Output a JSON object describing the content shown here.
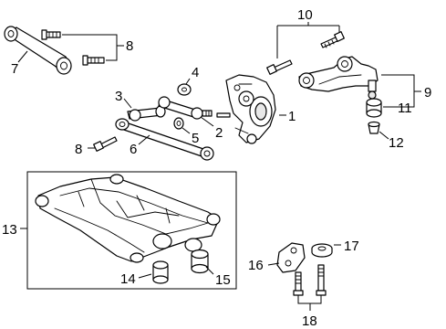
{
  "callouts": {
    "c1": "1",
    "c2": "2",
    "c3": "3",
    "c4": "4",
    "c5": "5",
    "c6": "6",
    "c7": "7",
    "c8a": "8",
    "c8b": "8",
    "c9": "9",
    "c10": "10",
    "c11": "11",
    "c12": "12",
    "c13": "13",
    "c14": "14",
    "c15": "15",
    "c16": "16",
    "c17": "17",
    "c18": "18"
  },
  "colors": {
    "line": "#000000",
    "background": "#ffffff"
  }
}
